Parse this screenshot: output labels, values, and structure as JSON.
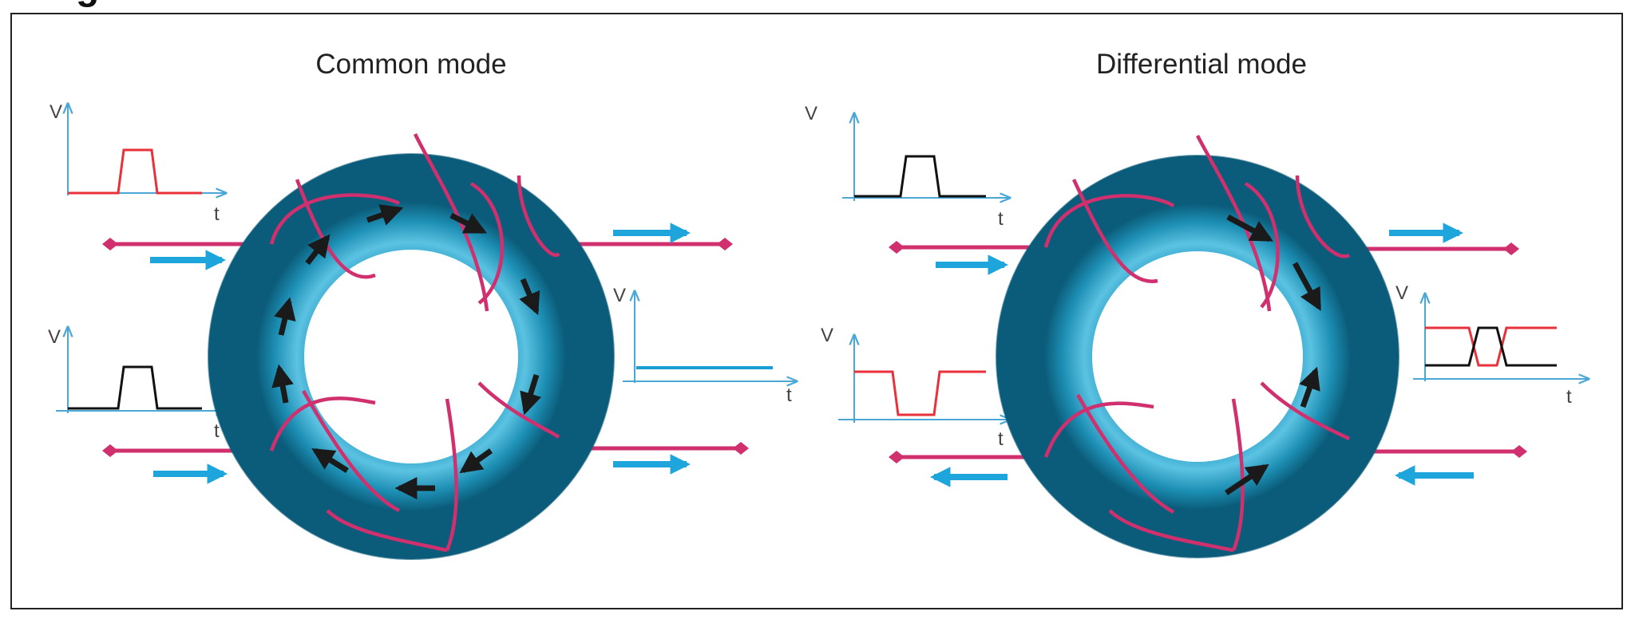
{
  "header_fragment": "g",
  "common_mode": {
    "title": "Common mode",
    "inputs": [
      {
        "axis_y": "V",
        "axis_x": "t",
        "pulse": "positive",
        "color": "#e8313a"
      },
      {
        "axis_y": "V",
        "axis_x": "t",
        "pulse": "positive",
        "color": "#111111"
      }
    ],
    "output": {
      "axis_y": "V",
      "axis_x": "t",
      "signal": "flat",
      "color": "#1a9fd4"
    },
    "current_direction": [
      "right",
      "right"
    ],
    "flux": "circulating"
  },
  "differential_mode": {
    "title": "Differential mode",
    "inputs": [
      {
        "axis_y": "V",
        "axis_x": "t",
        "pulse": "positive",
        "color": "#111111"
      },
      {
        "axis_y": "V",
        "axis_x": "t",
        "pulse": "negative",
        "color": "#e8313a"
      }
    ],
    "output": {
      "axis_y": "V",
      "axis_x": "t",
      "signal": "crossing",
      "colors": [
        "#e8313a",
        "#111111"
      ]
    },
    "current_direction": [
      "right",
      "left"
    ],
    "flux": "cancelling"
  },
  "colors": {
    "core": "#1d8fb4",
    "core_light": "#5cc2e2",
    "core_dark": "#0b5c7a",
    "winding": "#d0306e",
    "arrow_current": "#1ea6dc",
    "arrow_flux": "#1a1a1a",
    "axis": "#4aa7d6"
  }
}
